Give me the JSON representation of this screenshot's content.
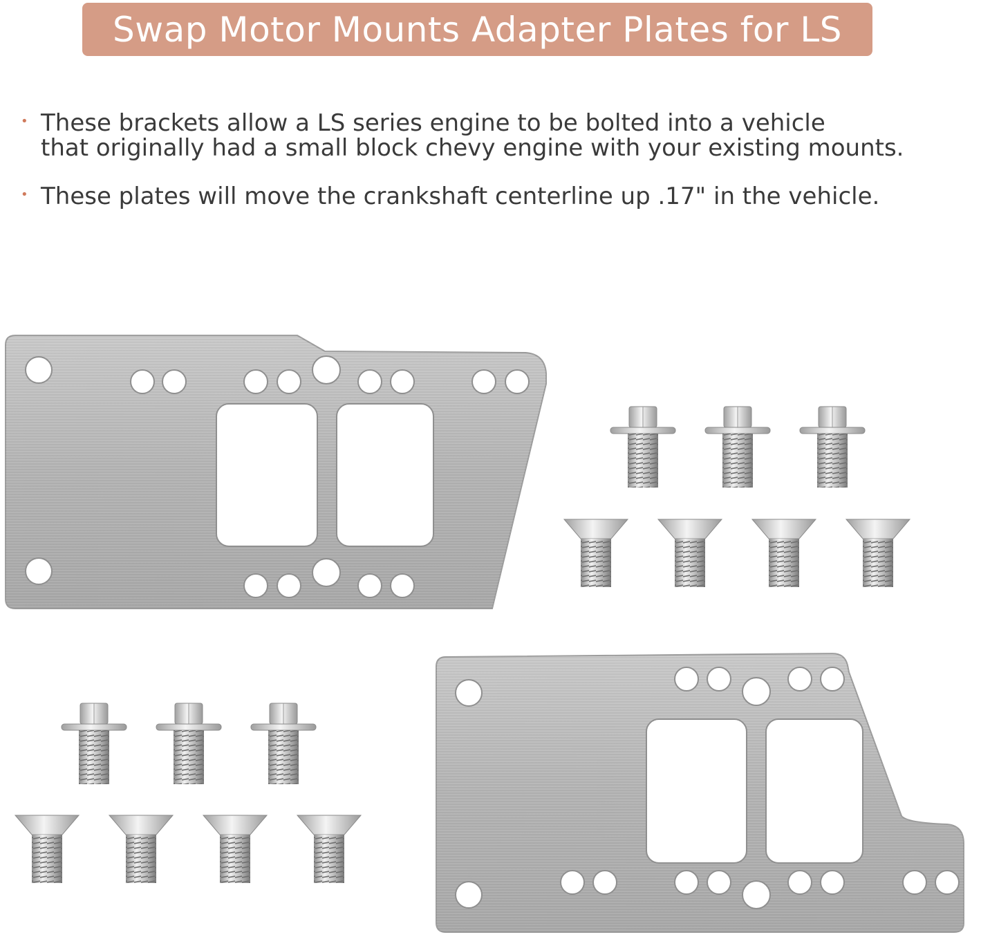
{
  "banner": {
    "title": "Swap Motor Mounts Adapter Plates for LS"
  },
  "bullets": [
    {
      "line1": "These brackets allow a LS series engine to be bolted into a vehicle",
      "line2": "that originally had a small block chevy engine with your existing mounts."
    },
    {
      "line1": "These plates will move the crankshaft centerline up .17\" in the vehicle."
    }
  ],
  "colors": {
    "banner": "#d59c86",
    "bullet_dot": "#d07a5c",
    "plate": "#b9b9b9"
  }
}
